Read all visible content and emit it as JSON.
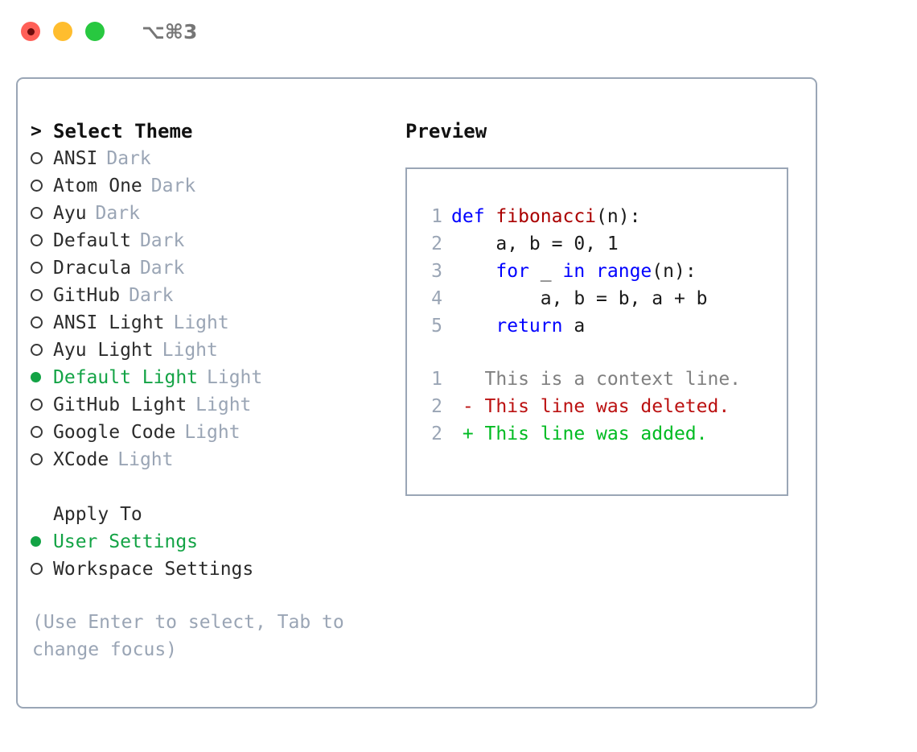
{
  "window": {
    "shortcut": "⌥⌘3",
    "traffic_lights": [
      {
        "name": "close-button",
        "color": "#ff5f57"
      },
      {
        "name": "minimize-button",
        "color": "#ffbd2e"
      },
      {
        "name": "maximize-button",
        "color": "#28c840"
      }
    ],
    "border_color": "#9aa6b6"
  },
  "theme_list": {
    "title": "Select Theme",
    "title_marker": ">",
    "items": [
      {
        "marker": "off",
        "name": "ANSI",
        "variant": "Dark",
        "selected": false
      },
      {
        "marker": "off",
        "name": "Atom One",
        "variant": "Dark",
        "selected": false
      },
      {
        "marker": "off",
        "name": "Ayu",
        "variant": "Dark",
        "selected": false
      },
      {
        "marker": "off",
        "name": "Default",
        "variant": "Dark",
        "selected": false
      },
      {
        "marker": "off",
        "name": "Dracula",
        "variant": "Dark",
        "selected": false
      },
      {
        "marker": "off",
        "name": "GitHub",
        "variant": "Dark",
        "selected": false
      },
      {
        "marker": "off",
        "name": "ANSI Light",
        "variant": "Light",
        "selected": false
      },
      {
        "marker": "off",
        "name": "Ayu Light",
        "variant": "Light",
        "selected": false
      },
      {
        "marker": "on",
        "name": "Default Light",
        "variant": "Light",
        "selected": true
      },
      {
        "marker": "off",
        "name": "GitHub Light",
        "variant": "Light",
        "selected": false
      },
      {
        "marker": "off",
        "name": "Google Code",
        "variant": "Light",
        "selected": false
      },
      {
        "marker": "off",
        "name": "XCode",
        "variant": "Light",
        "selected": false
      }
    ]
  },
  "apply_to": {
    "heading": "Apply To",
    "options": [
      {
        "marker": "on",
        "label": "User Settings",
        "selected": true
      },
      {
        "marker": "off",
        "label": "Workspace Settings",
        "selected": false
      }
    ]
  },
  "hint": "(Use Enter to select, Tab to change focus)",
  "preview": {
    "title": "Preview",
    "code_lines": [
      {
        "num": "1",
        "tokens": [
          {
            "t": "def",
            "c": "kw"
          },
          {
            "t": " ",
            "c": "plain"
          },
          {
            "t": "fibonacci",
            "c": "fn"
          },
          {
            "t": "(n):",
            "c": "plain"
          }
        ]
      },
      {
        "num": "2",
        "tokens": [
          {
            "t": "    a, b = 0, 1",
            "c": "plain"
          }
        ]
      },
      {
        "num": "3",
        "tokens": [
          {
            "t": "    ",
            "c": "plain"
          },
          {
            "t": "for",
            "c": "kw"
          },
          {
            "t": " _ ",
            "c": "plain"
          },
          {
            "t": "in",
            "c": "kw"
          },
          {
            "t": " ",
            "c": "plain"
          },
          {
            "t": "range",
            "c": "kw"
          },
          {
            "t": "(n):",
            "c": "plain"
          }
        ]
      },
      {
        "num": "4",
        "tokens": [
          {
            "t": "        a, b = b, a + b",
            "c": "plain"
          }
        ]
      },
      {
        "num": "5",
        "tokens": [
          {
            "t": "    ",
            "c": "plain"
          },
          {
            "t": "return",
            "c": "kw"
          },
          {
            "t": " a",
            "c": "plain"
          }
        ]
      }
    ],
    "diff_lines": [
      {
        "num": "1",
        "sign": " ",
        "text": "This is a context line.",
        "kind": "ctx"
      },
      {
        "num": "2",
        "sign": "-",
        "text": "This line was deleted.",
        "kind": "del"
      },
      {
        "num": "2",
        "sign": "+",
        "text": "This line was added.",
        "kind": "add"
      }
    ]
  },
  "colors": {
    "accent_green": "#13a345",
    "dim_gray": "#9aa5b5",
    "keyword_blue": "#0000ff",
    "function_red": "#aa0000",
    "diff_add": "#00bb22",
    "diff_del": "#bb1111",
    "border": "#9aa6b6"
  }
}
